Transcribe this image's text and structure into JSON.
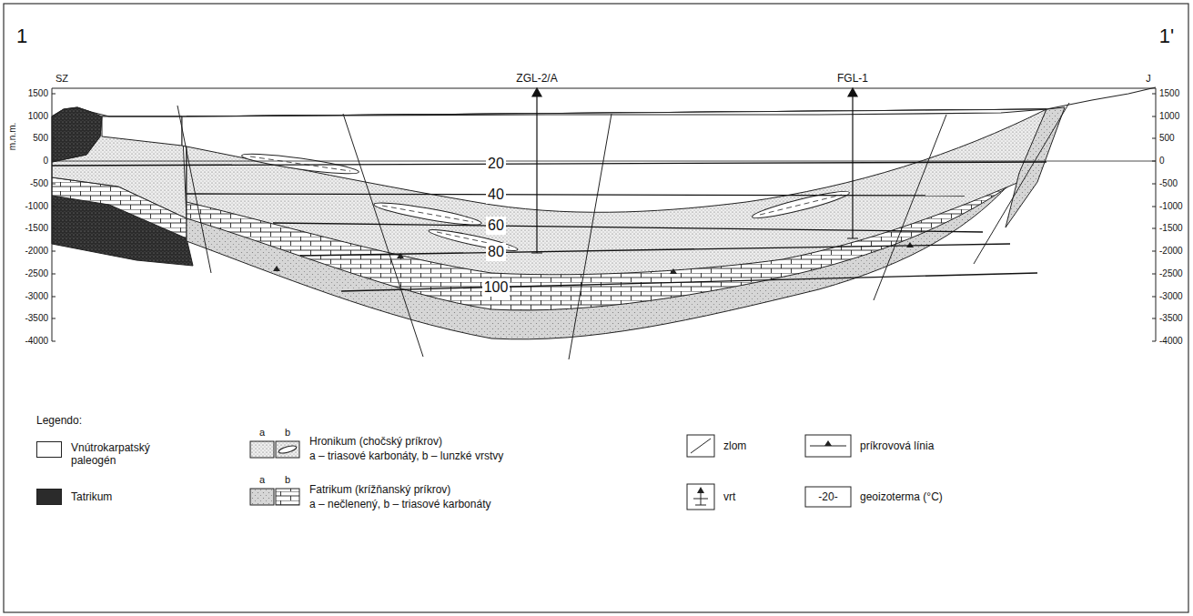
{
  "diagram": {
    "labels": [
      "1",
      "1'",
      "SZ",
      "J",
      "1500",
      "1000",
      "500",
      "0",
      "-500",
      "-1000",
      "-1500",
      "-2000",
      "-2500",
      "-3000",
      "-3500",
      "-4000",
      "m.n.m.",
      "1500",
      "1000",
      "500",
      "0",
      "-500",
      "-1000",
      "-1500",
      "-2000",
      "-2500",
      "-3000",
      "-3500",
      "-4000",
      "ZGL-2/A",
      "FGL-1",
      "20",
      "40",
      "60",
      "80",
      "100",
      "Legendo:",
      "a",
      "b",
      "a",
      "b",
      "-20-"
    ],
    "legend": [
      {
        "text": "Vnútrokarpatský paleogén",
        "color": "#ffffff"
      },
      {
        "text": "Hronikum (chočský príkrov)"
      },
      {
        "text": "a – triasové karbonáty, b – lunzké vrstvy"
      },
      {
        "text": "zlom"
      },
      {
        "text": "príkrovová línia"
      },
      {
        "text": "Tatrikum",
        "color": "#2b2b2b"
      },
      {
        "text": "Fatrikum (krížňanský príkrov)"
      },
      {
        "text": "a – nečlenený, b – triasové karbonáty"
      },
      {
        "text": "vrt"
      },
      {
        "text": "geoizoterma (°C)"
      }
    ]
  }
}
